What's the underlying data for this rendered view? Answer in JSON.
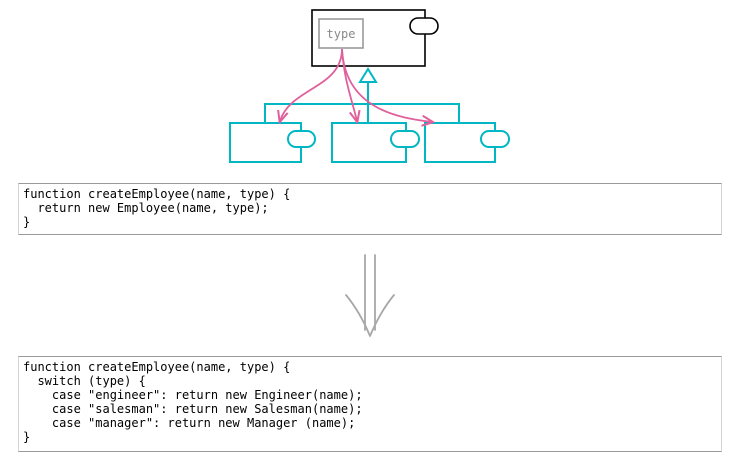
{
  "diagram": {
    "type_field_label": "type",
    "colors": {
      "outline": "#000000",
      "field_box": "#9a9a9a",
      "subclass": "#00b7c3",
      "arrow": "#e0609b",
      "transform_arrow": "#a8a8a8"
    }
  },
  "code_before": {
    "lines": [
      "function createEmployee(name, type) {",
      "  return new Employee(name, type);",
      "}"
    ]
  },
  "code_after": {
    "lines": [
      "function createEmployee(name, type) {",
      "  switch (type) {",
      "    case \"engineer\": return new Engineer(name);",
      "    case \"salesman\": return new Salesman(name);",
      "    case \"manager\": return new Manager (name);",
      "}"
    ]
  },
  "transform_arrow": {
    "icon": "double-down-arrow-icon"
  }
}
